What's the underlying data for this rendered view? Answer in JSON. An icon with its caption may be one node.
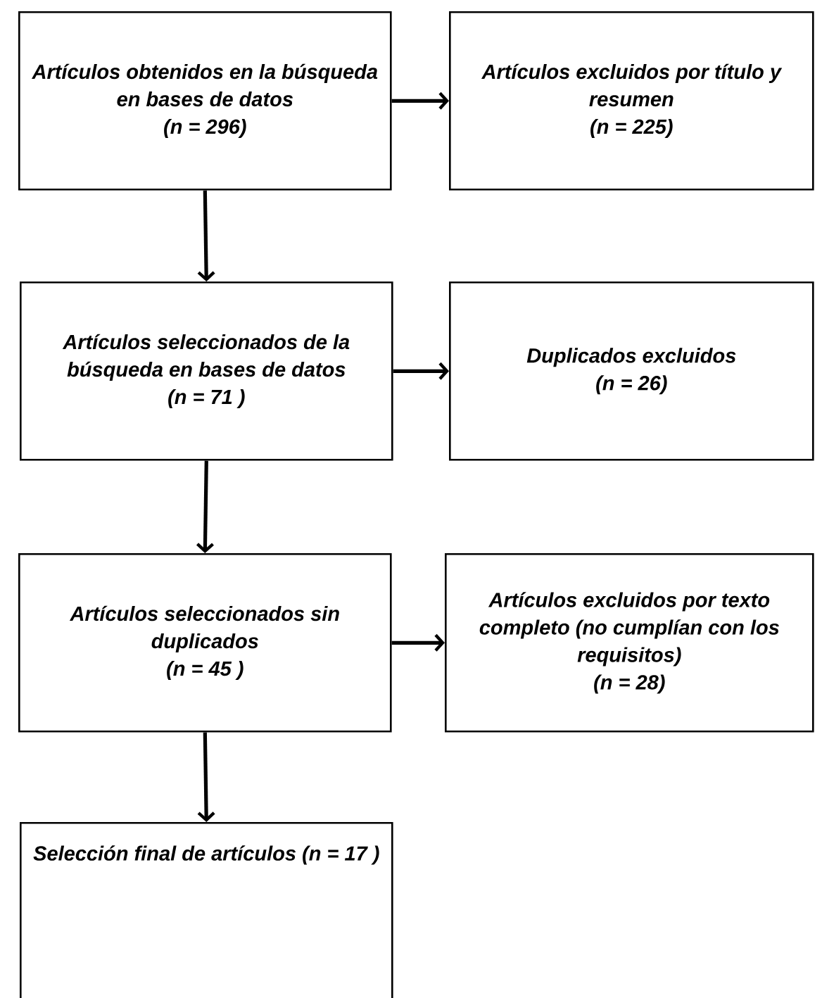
{
  "diagram": {
    "nodes": [
      {
        "text": [
          "Artículos obtenidos en la búsqueda en bases de datos",
          "(n = 296)"
        ]
      },
      {
        "text": [
          "Artículos excluidos por título y resumen",
          "(n = 225)"
        ]
      },
      {
        "text": [
          "Artículos seleccionados de la búsqueda en bases de datos",
          "(n = 71 )"
        ]
      },
      {
        "text": [
          "Duplicados excluidos",
          "(n = 26)"
        ]
      },
      {
        "text": [
          "Artículos seleccionados sin duplicados",
          "(n = 45 )"
        ]
      },
      {
        "text": [
          "Artículos excluidos por texto completo (no cumplían con los requisitos)",
          "(n = 28)"
        ]
      },
      {
        "text": [
          "Selección final de artículos (n = 17 )"
        ]
      }
    ],
    "edges": [
      {
        "from": 0,
        "to": 1,
        "arrow": "to"
      },
      {
        "from": 0,
        "to": 2,
        "arrow": "to"
      },
      {
        "from": 2,
        "to": 3,
        "arrow": "to"
      },
      {
        "from": 2,
        "to": 4,
        "arrow": "to"
      },
      {
        "from": 4,
        "to": 5,
        "arrow": "to"
      },
      {
        "from": 4,
        "to": 6,
        "arrow": "to"
      }
    ]
  }
}
